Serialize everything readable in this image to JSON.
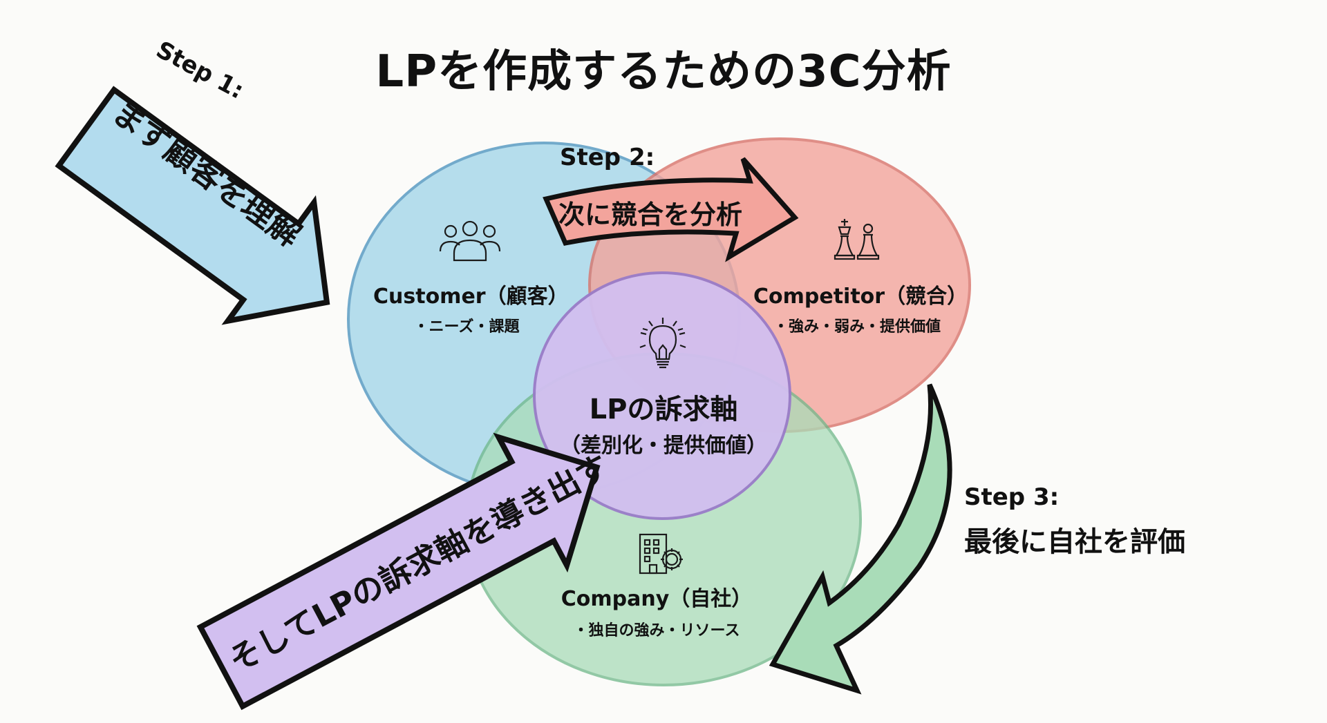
{
  "title": "LPを作成するための3C分析",
  "colors": {
    "background": "#fbfbf9",
    "customer_fill": "#a9d8ea",
    "customer_stroke": "#5b9cc4",
    "competitor_fill": "#f3a49c",
    "competitor_stroke": "#d9736b",
    "company_fill": "#a9dcb8",
    "company_stroke": "#6fb88a",
    "core_fill": "#d2bff0",
    "core_stroke": "#9a7cc8",
    "step1_arrow_fill": "#b3dcee",
    "step2_arrow_fill": "#f3a49c",
    "step3_arrow_fill": "#a9dcb8",
    "step4_arrow_fill": "#d2bff0",
    "outline": "#111111"
  },
  "circles": {
    "customer": {
      "icon": "people-group-icon",
      "title": "Customer（顧客）",
      "points": "・ニーズ・課題"
    },
    "competitor": {
      "icon": "chess-pieces-icon",
      "title": "Competitor（競合）",
      "points": "・強み・弱み・提供価値"
    },
    "company": {
      "icon": "building-gear-icon",
      "title": "Company（自社）",
      "points": "・独自の強み・リソース"
    },
    "core": {
      "icon": "lightbulb-icon",
      "title": "LPの訴求軸",
      "subtitle": "（差別化・提供価値）"
    }
  },
  "steps": [
    {
      "label": "Step 1:",
      "text": "まず顧客を理解"
    },
    {
      "label": "Step 2:",
      "text": "次に競合を分析"
    },
    {
      "label": "Step 3:",
      "text": "最後に自社を評価"
    },
    {
      "label": "",
      "text": "そしてLPの訴求軸を導き出す"
    }
  ]
}
